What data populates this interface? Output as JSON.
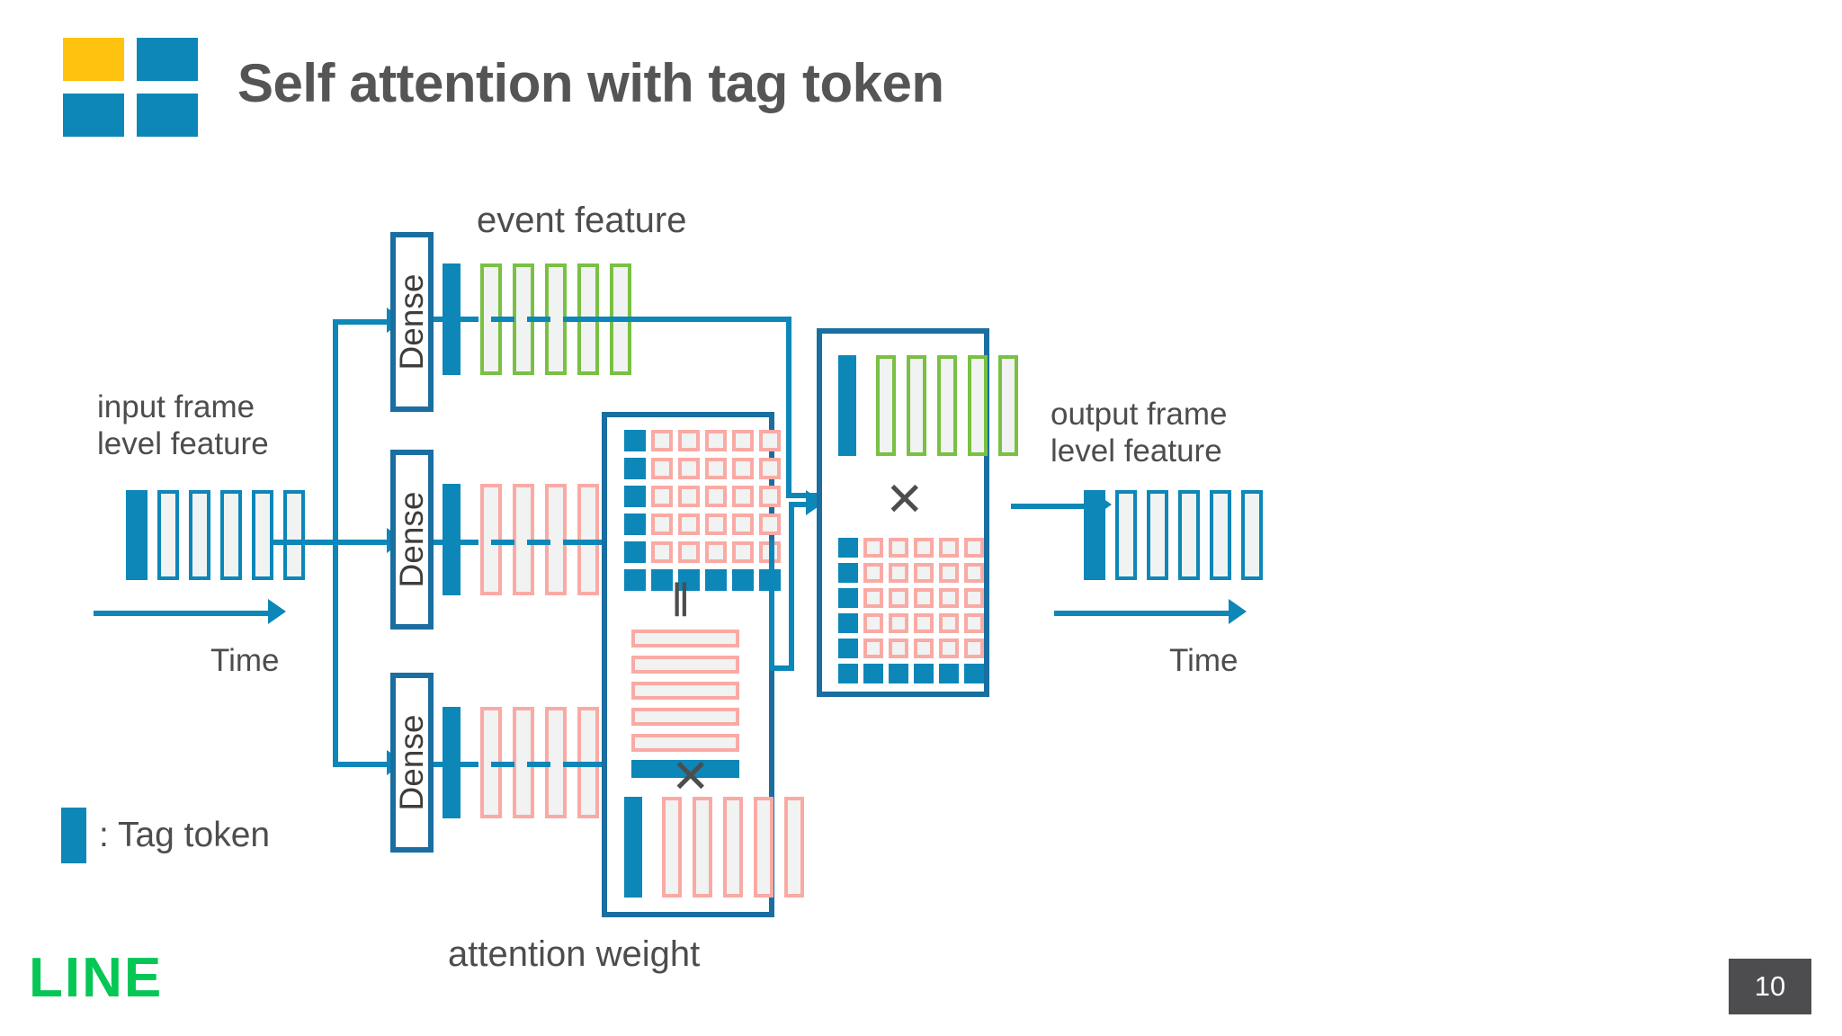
{
  "slide": {
    "title": "Self attention with tag token",
    "page_number": "10",
    "brand": "LINE",
    "colors": {
      "logo_yellow": "#FFC20E",
      "logo_blue": "#0C87B8",
      "tag_token_blue": "#0C87B8",
      "box_border_blue": "#1A6EA0",
      "event_green": "#79C043",
      "attention_pink": "#F9AAA4",
      "text_gray": "#4D4D4D",
      "line_green": "#06C755",
      "page_badge_bg": "#4D4D4F"
    }
  },
  "labels": {
    "input_feature": "input frame\nlevel feature",
    "output_feature": "output frame\nlevel feature",
    "event_feature": "event feature",
    "attention_weight": "attention weight",
    "time_left": "Time",
    "time_right": "Time",
    "dense1": "Dense",
    "dense2": "Dense",
    "dense3": "Dense"
  },
  "legend": {
    "symbol": "tag-token-swatch",
    "text": ": Tag token"
  },
  "operators": {
    "multiply": "✕",
    "equals": "‖"
  },
  "chart_data": {
    "type": "diagram",
    "title": "Self attention with tag token",
    "description": "Self-attention block where an extra tag token is prepended to the frame-level feature sequence.",
    "sequences": [
      {
        "name": "input frame level feature",
        "tag_tokens": 1,
        "frames": 5,
        "frame_style": "outline-blue"
      },
      {
        "name": "event feature (dense branch 1)",
        "tag_tokens": 1,
        "frames": 5,
        "frame_style": "outline-green"
      },
      {
        "name": "dense branch 2 output",
        "tag_tokens": 1,
        "frames": 5,
        "frame_style": "outline-pink"
      },
      {
        "name": "dense branch 3 output",
        "tag_tokens": 1,
        "frames": 5,
        "frame_style": "outline-pink"
      },
      {
        "name": "attention weight value vectors",
        "tag_tokens": 1,
        "frames": 5,
        "frame_style": "outline-pink"
      },
      {
        "name": "weighted event feature",
        "tag_tokens": 1,
        "frames": 5,
        "frame_style": "outline-green"
      },
      {
        "name": "output frame level feature",
        "tag_tokens": 1,
        "frames": 5,
        "frame_style": "outline-blue"
      }
    ],
    "matrices": [
      {
        "name": "attention weight matrix",
        "rows": 6,
        "cols": 6,
        "tag_row_index": 5,
        "tag_col_index": 0,
        "tag_cell_style": "solid-blue",
        "body_cell_style": "pink-outline"
      },
      {
        "name": "attention weight matrix (applied)",
        "rows": 6,
        "cols": 6,
        "tag_row_index": 5,
        "tag_col_index": 0,
        "tag_cell_style": "solid-blue",
        "body_cell_style": "pink-outline"
      }
    ],
    "horizontal_stack": {
      "name": "attention score rows",
      "pink_rows": 5,
      "blue_rows": 1
    },
    "blocks": [
      "Dense",
      "Dense",
      "Dense"
    ],
    "axis_arrows": [
      "Time",
      "Time"
    ]
  }
}
